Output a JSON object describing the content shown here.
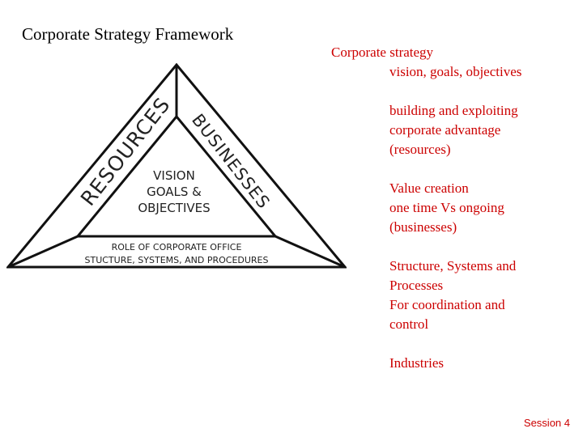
{
  "title": "Corporate Strategy Framework",
  "diagram": {
    "left_label": "RESOURCES",
    "right_label": "BUSINESSES",
    "center_lines": [
      "VISION",
      "GOALS &",
      "OBJECTIVES"
    ],
    "base_lines": [
      "ROLE OF CORPORATE OFFICE",
      "STUCTURE, SYSTEMS, AND PROCEDURES"
    ]
  },
  "notes": {
    "heading": "Corporate strategy",
    "heading_sub": "vision, goals, objectives",
    "resources": [
      "building and exploiting",
      "corporate advantage",
      "(resources)"
    ],
    "businesses": [
      "Value creation",
      "one time Vs ongoing",
      "(businesses)"
    ],
    "structure": [
      "Structure, Systems and",
      "Processes",
      "For coordination and",
      "control"
    ],
    "industries": "Industries"
  },
  "footer": {
    "session": "Session 4"
  },
  "colors": {
    "accent": "#cc0000"
  }
}
